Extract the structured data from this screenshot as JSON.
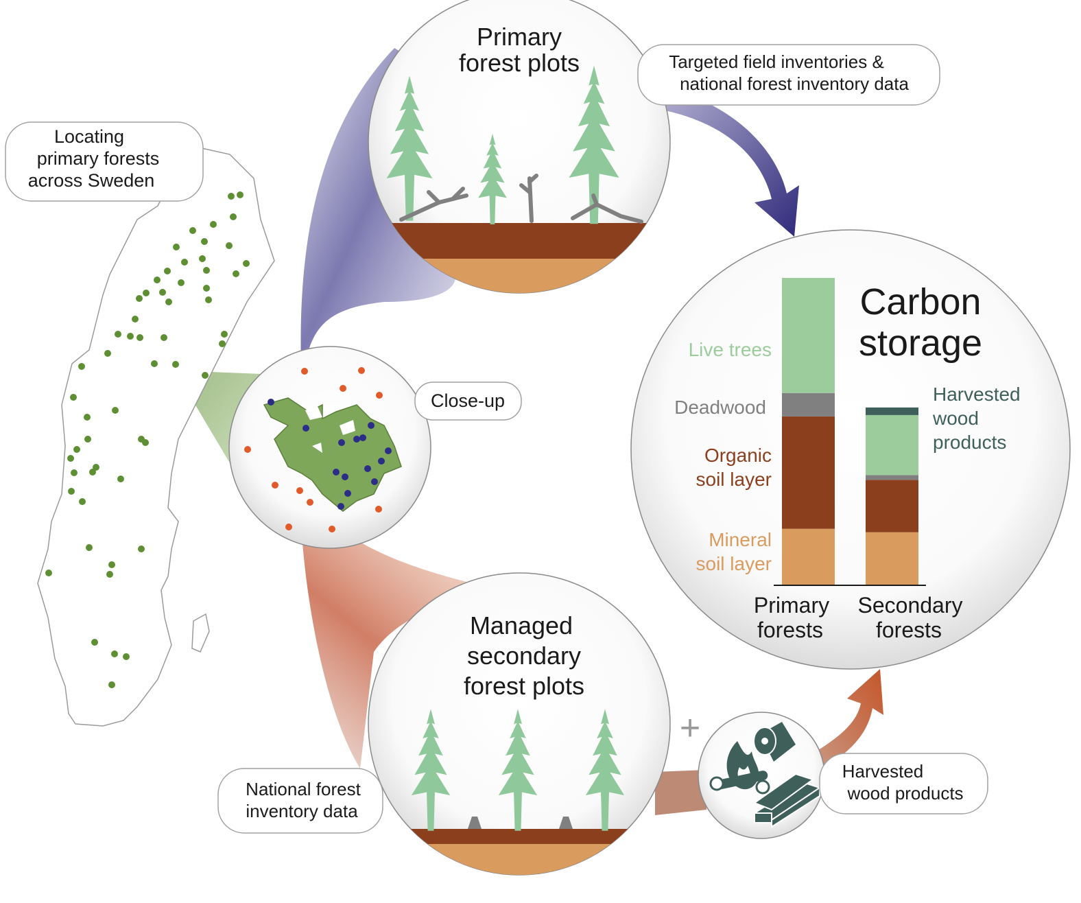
{
  "map": {
    "title_lines": [
      "Locating",
      "primary forests",
      "across Sweden"
    ]
  },
  "closeup": {
    "label": "Close-up"
  },
  "primary_plots": {
    "title_lines": [
      "Primary",
      "forest plots"
    ],
    "source_lines": [
      "Targeted field inventories &",
      "national forest inventory data"
    ]
  },
  "secondary_plots": {
    "title_lines": [
      "Managed",
      "secondary",
      "forest plots"
    ],
    "source_lines": [
      "National forest",
      "inventory data"
    ]
  },
  "wood_products": {
    "plus": "+",
    "label_lines": [
      "Harvested",
      "wood products"
    ]
  },
  "chart_data": {
    "type": "bar",
    "stacked": true,
    "title_lines": [
      "Carbon",
      "storage"
    ],
    "categories": [
      [
        "Primary",
        "forests"
      ],
      [
        "Secondary",
        "forests"
      ]
    ],
    "series": [
      {
        "name": "Mineral soil layer",
        "label_lines": [
          "Mineral",
          "soil layer"
        ],
        "color": "#d99b5e",
        "values": [
          82,
          77
        ]
      },
      {
        "name": "Organic soil layer",
        "label_lines": [
          "Organic",
          "soil layer"
        ],
        "color": "#8b3f1c",
        "values": [
          163,
          76
        ]
      },
      {
        "name": "Deadwood",
        "label_lines": [
          "Deadwood"
        ],
        "color": "#808080",
        "values": [
          34,
          7
        ]
      },
      {
        "name": "Live trees",
        "label_lines": [
          "Live trees"
        ],
        "color": "#9ccc9c",
        "values": [
          167,
          87
        ]
      },
      {
        "name": "Harvested wood products",
        "label_lines": [
          "Harvested",
          "wood",
          "products"
        ],
        "color": "#3f5f5a",
        "values": [
          0,
          11
        ]
      }
    ],
    "label_colors": {
      "Live trees": "#9ccc9c",
      "Deadwood": "#808080",
      "Organic soil layer": "#8b3f1c",
      "Mineral soil layer": "#d99b5e",
      "Harvested wood products": "#3f5f5a"
    },
    "ylim": [
      0,
      450
    ],
    "xlabel": "",
    "ylabel": "",
    "grid": false,
    "legend": "left of bars"
  },
  "colors": {
    "tree_green": "#8fc89a",
    "map_dot_green": "#5e8f32",
    "closeup_patch": "#7fa75a",
    "plot_dot_blue": "#2b2d86",
    "plot_dot_orange": "#e05a2a",
    "soil_organic": "#8b3f1c",
    "soil_mineral": "#d99b5e",
    "arrow_purple": "#3b3580",
    "arrow_orange": "#c4562a",
    "product_icon": "#3f5f5a"
  }
}
